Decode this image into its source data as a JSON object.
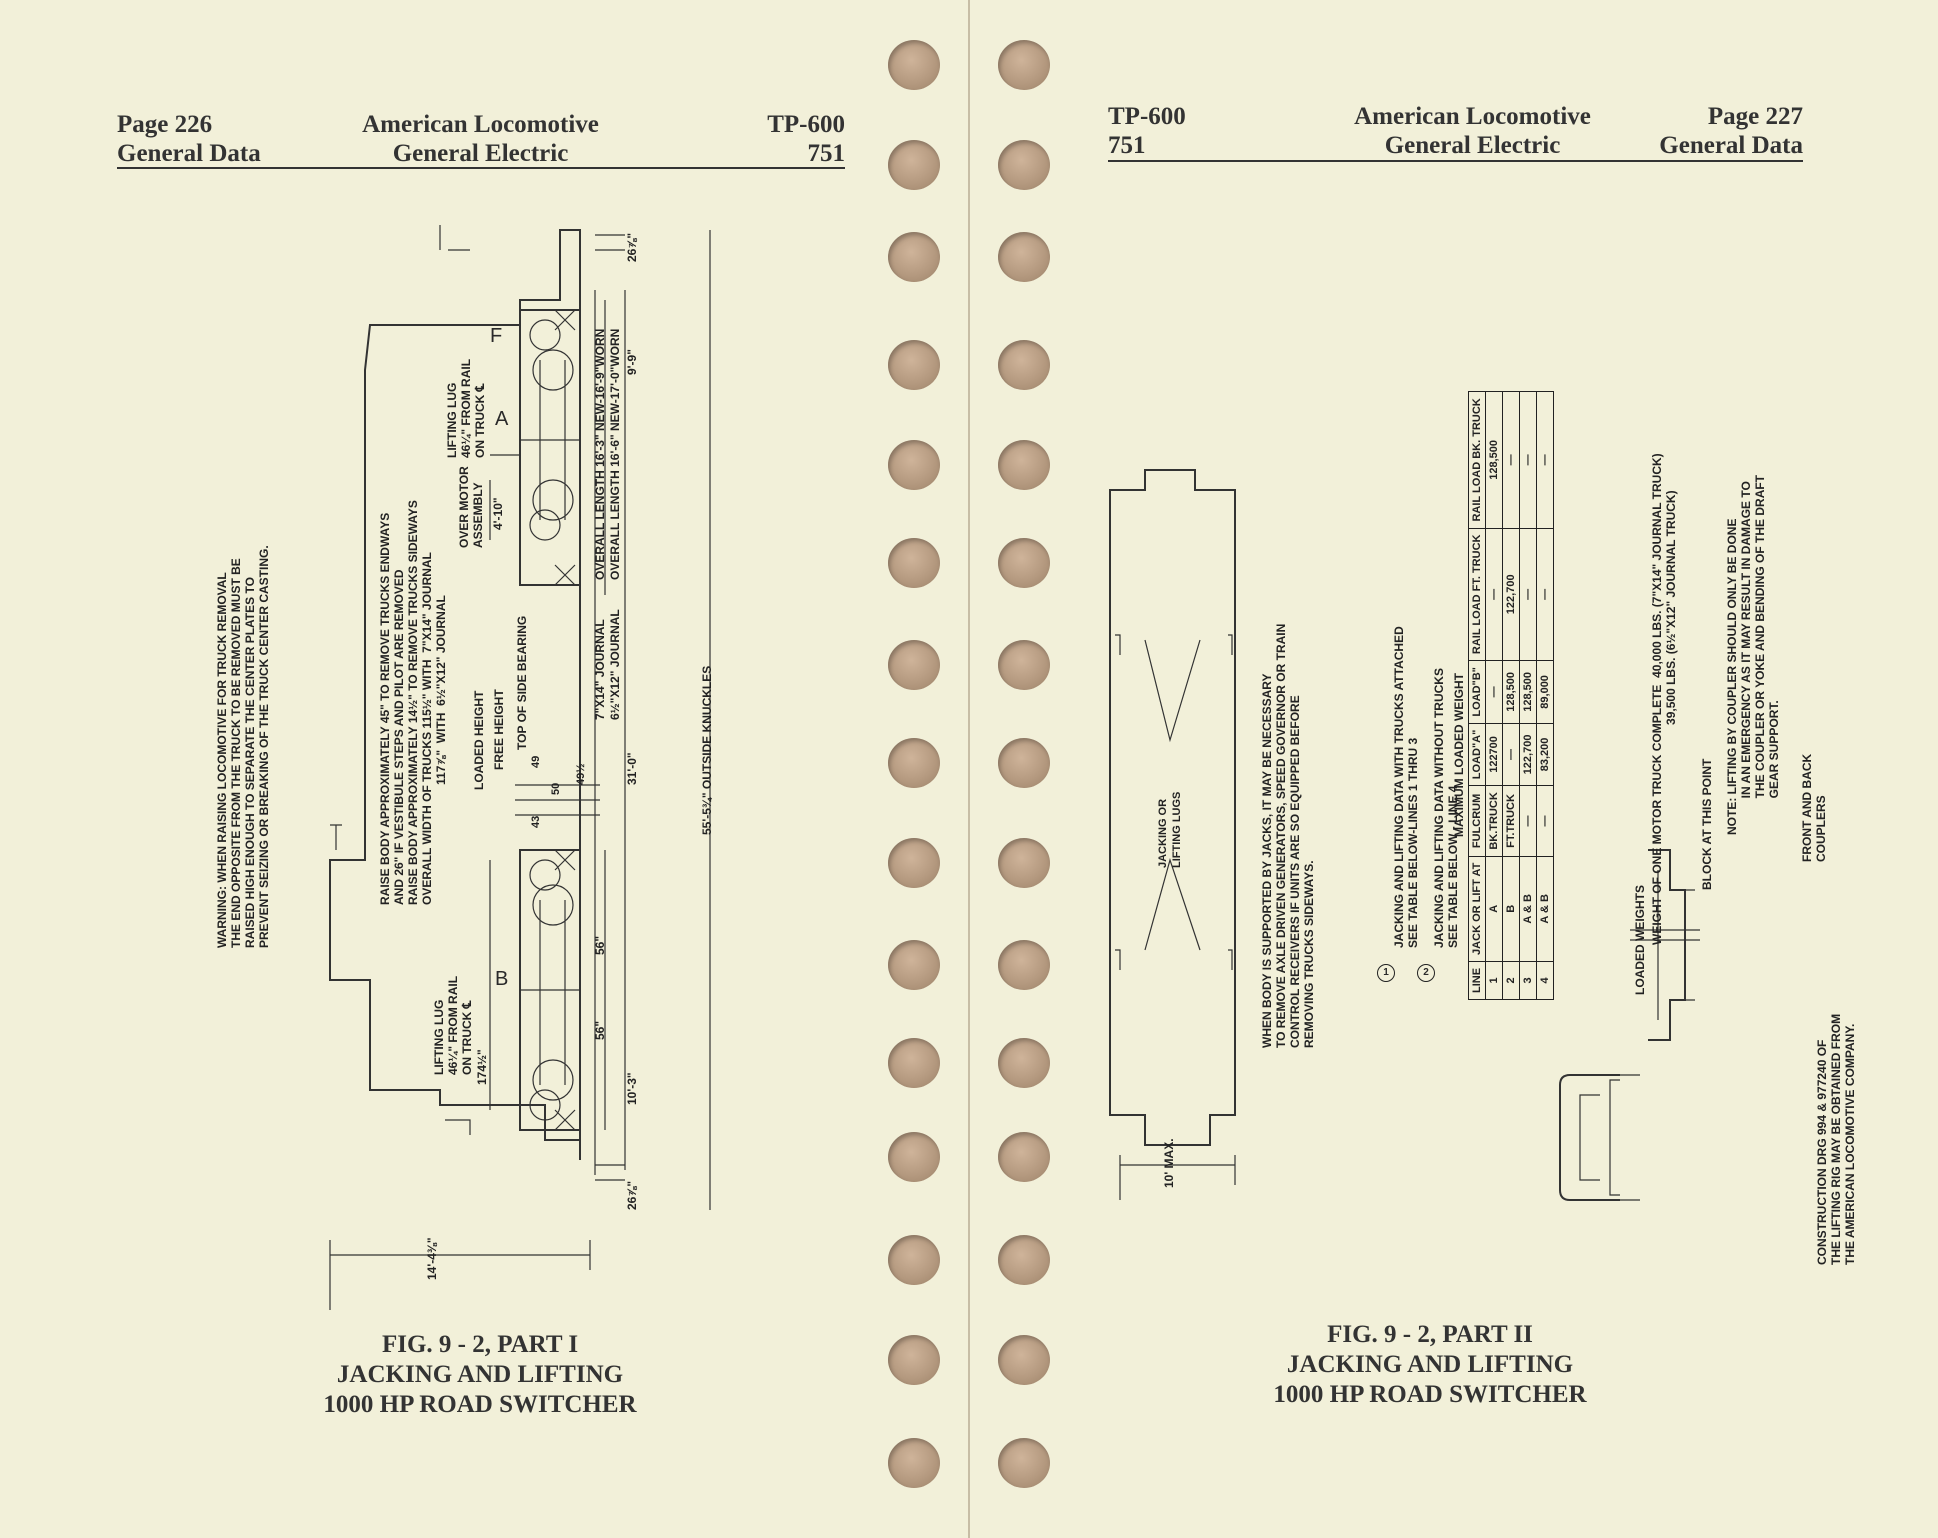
{
  "left_page": {
    "header": {
      "page": "Page 226",
      "section": "General Data",
      "company": "American Locomotive",
      "division": "General Electric",
      "doc_code": "TP-600",
      "doc_num": "751"
    },
    "warning": "WARNING: WHEN RAISING LOCOMOTIVE FOR TRUCK REMOVAL\nTHE END OPPOSITE FROM THE TRUCK TO BE REMOVED MUST BE\nRAISED HIGH ENOUGH TO SEPARATE THE CENTER PLATES TO\nPREVENT SEIZING OR BREAKING OF THE TRUCK CENTER CASTING.",
    "raise_note": "RAISE BODY APPROXIMATELY 45\" TO REMOVE TRUCKS ENDWAYS\nAND 26\" IF VESTIBULE STEPS AND PILOT ARE REMOVED\nRAISE BODY APPROXIMATELY 14½\" TO REMOVE TRUCKS SIDEWAYS\nOVERALL WIDTH OF TRUCKS 115½\" WITH  7\"X14\" JOURNAL\n                                    117⅞\"  WITH  6½\"X12\" JOURNAL",
    "labels": {
      "lifting_lug_a": "LIFTING LUG\n46¼\" FROM RAIL\nON TRUCK ℄",
      "lifting_lug_b": "LIFTING LUG\n46¼\" FROM RAIL\nON TRUCK ℄",
      "over_motor": "OVER MOTOR\nASSEMBLY",
      "loaded_height": "LOADED HEIGHT",
      "free_height": "FREE HEIGHT",
      "top_side_bearing": "TOP OF SIDE BEARING",
      "journal_1": "7\"X14\" JOURNAL",
      "journal_2": "6½\"X12\" JOURNAL",
      "overall_length_1": "OVERALL LENGTH 16'-3\" NEW-16'-9\"WORN",
      "overall_length_2": "OVERALL LENGTH 16'-6\" NEW-17'-0\"WORN",
      "outside_knuckles": "55'-5¾\" OUTSIDE KNUCKLES",
      "letter_a": "A",
      "letter_b": "B",
      "letter_f": "F"
    },
    "dimensions": {
      "d_4_10": "4'-10\"",
      "d_9_9": "9'-9\"",
      "d_26_7_8_top": "26⅞\"",
      "d_26_7_8_bottom": "26⅞\"",
      "d_31_0": "31'-0\"",
      "d_10_3": "10'-3\"",
      "d_56_a": "56\"",
      "d_56_b": "56\"",
      "d_174_half": "174½\"",
      "d_14_4": "14'-4⅜\"",
      "d_49": "49",
      "d_50": "50",
      "d_43": "43",
      "d_49_half": "49½"
    },
    "caption": {
      "line1": "FIG. 9 - 2,   PART I",
      "line2": "JACKING AND LIFTING",
      "line3": "1000 HP ROAD SWITCHER"
    }
  },
  "right_page": {
    "header": {
      "doc_code": "TP-600",
      "doc_num": "751",
      "company": "American Locomotive",
      "division": "General Electric",
      "page": "Page 227",
      "section": "General Data"
    },
    "jacking_label": "JACKING OR\nLIFTING LUGS",
    "max_dim": "10' MAX.",
    "support_note": "WHEN BODY IS SUPPORTED BY JACKS, IT MAY BE NECESSARY\nTO REMOVE AXLE DRIVEN GENERATORS, SPEED GOVERNOR OR TRAIN\nCONTROL RECEIVERS IF UNITS ARE SO EQUIPPED BEFORE\nREMOVING TRUCKS SIDEWAYS.",
    "note1": "JACKING AND LIFTING DATA WITH TRUCKS ATTACHED\nSEE TABLE BELOW-LINES 1 THRU 3",
    "note2": "JACKING AND LIFTING DATA WITHOUT TRUCKS\nSEE TABLE BELOW - LINE 4",
    "note1_num": "1",
    "note2_num": "2",
    "table_title": "MAXIMUM LOADED WEIGHT",
    "table": {
      "headers": [
        "LINE",
        "JACK OR LIFT AT",
        "FULCRUM",
        "LOAD\"A\"",
        "LOAD\"B\"",
        "RAIL LOAD FT. TRUCK",
        "RAIL LOAD BK. TRUCK"
      ],
      "rows": [
        [
          "1",
          "A",
          "BK.TRUCK",
          "122700",
          "—",
          "—",
          "128,500"
        ],
        [
          "2",
          "B",
          "FT.TRUCK",
          "—",
          "128,500",
          "122,700",
          "—"
        ],
        [
          "3",
          "A & B",
          "—",
          "122,700",
          "128,500",
          "—",
          "—"
        ],
        [
          "4",
          "A & B",
          "—",
          "83,200",
          "89,000",
          "—",
          "—"
        ]
      ]
    },
    "loaded_weights": "LOADED WEIGHTS",
    "motor_truck_weight": "WEIGHT OF ONE MOTOR TRUCK COMPLETE  40,000 LBS. (7\"X14\" JOURNAL TRUCK)\n                                                                  39,500 LBS. (6½\"X12\" JOURNAL TRUCK)",
    "block_label": "BLOCK AT THIS POINT",
    "note_coupler": "NOTE: LIFTING BY COUPLER SHOULD ONLY BE DONE\n           IN AN EMERGENCY AS IT MAY RESULT IN DAMAGE TO\n           THE COUPLER OR YOKE AND BENDING OF THE DRAFT\n           GEAR SUPPORT.",
    "couplers_label": "FRONT AND BACK\nCOUPLERS",
    "construction": "CONSTRUCTION DRG 994 & 977240 OF\nTHE LIFTING RIG MAY BE OBTAINED FROM\nTHE AMERICAN LOCOMOTIVE COMPANY.",
    "caption": {
      "line1": "FIG. 9 - 2,   PART II",
      "line2": "JACKING AND LIFTING",
      "line3": "1000 HP ROAD SWITCHER"
    }
  }
}
